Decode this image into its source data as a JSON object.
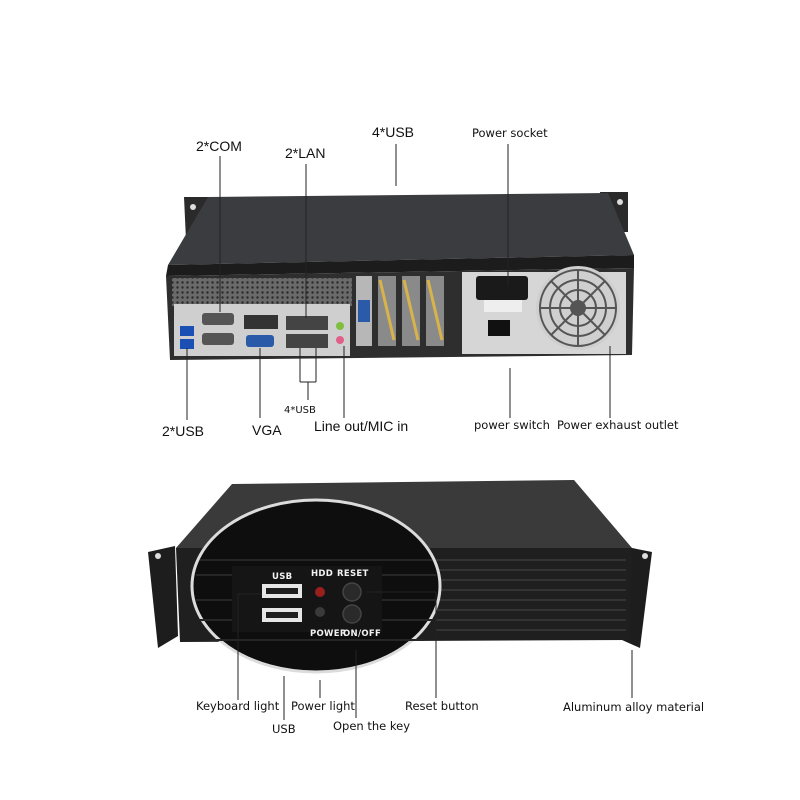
{
  "rear_view": {
    "labels": {
      "com": "2*COM",
      "lan": "2*LAN",
      "usb_top": "4*USB",
      "power_socket": "Power socket",
      "usb_left": "2*USB",
      "vga": "VGA",
      "usb_bottom": "4*USB",
      "audio": "Line out/MIC in",
      "power_switch": "power switch",
      "exhaust": "Power exhaust outlet"
    }
  },
  "front_view": {
    "panel": {
      "usb": "USB",
      "hdd": "HDD",
      "reset": "RESET",
      "power": "POWER",
      "onoff": "ON/OFF"
    },
    "labels": {
      "keyboard_light": "Keyboard light",
      "power_light": "Power light",
      "reset_button": "Reset button",
      "aluminum": "Aluminum alloy material",
      "usb": "USB",
      "open_key": "Open the key"
    }
  }
}
